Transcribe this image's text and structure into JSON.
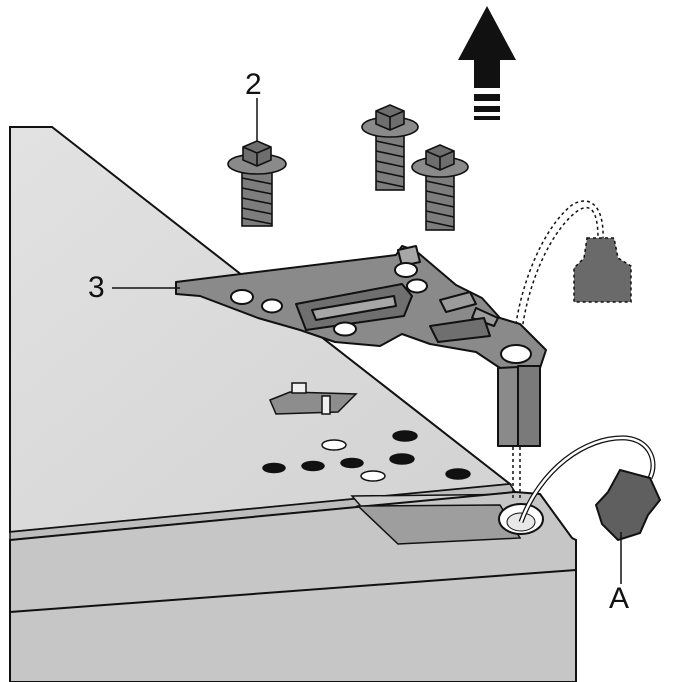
{
  "callouts": {
    "screw": "2",
    "bracket": "3",
    "connector": "A"
  },
  "icons": {
    "direction": "up-arrow-icon",
    "screw": "screw-icon",
    "bracket": "mounting-bracket-icon",
    "connector": "cable-connector-icon"
  },
  "colors": {
    "panel_top": "#d9d9d9",
    "panel_front": "#c8c8c8",
    "bracket": "#8a8a8a",
    "connector": "#5f5f5f",
    "outline": "#111111"
  }
}
